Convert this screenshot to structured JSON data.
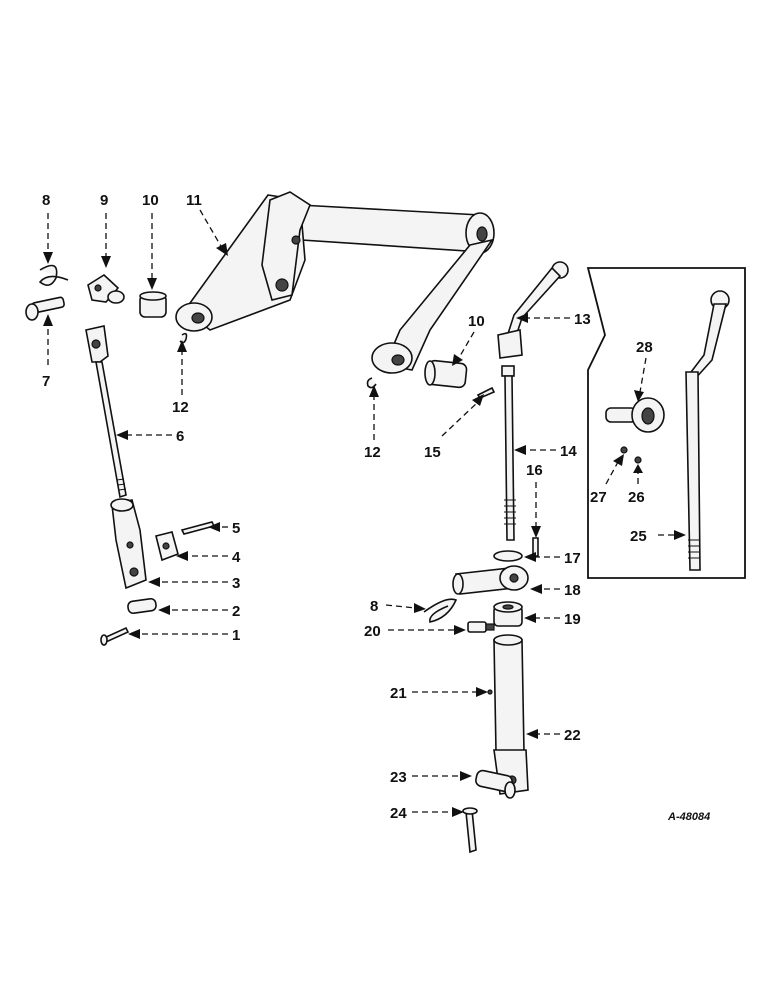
{
  "drawing_ref": "A-48084",
  "callouts": [
    {
      "id": "1",
      "text": "1"
    },
    {
      "id": "2",
      "text": "2"
    },
    {
      "id": "3",
      "text": "3"
    },
    {
      "id": "4",
      "text": "4"
    },
    {
      "id": "5",
      "text": "5"
    },
    {
      "id": "6",
      "text": "6"
    },
    {
      "id": "7",
      "text": "7"
    },
    {
      "id": "8a",
      "text": "8"
    },
    {
      "id": "8b",
      "text": "8"
    },
    {
      "id": "9",
      "text": "9"
    },
    {
      "id": "10a",
      "text": "10"
    },
    {
      "id": "10b",
      "text": "10"
    },
    {
      "id": "11",
      "text": "11"
    },
    {
      "id": "12a",
      "text": "12"
    },
    {
      "id": "12b",
      "text": "12"
    },
    {
      "id": "13",
      "text": "13"
    },
    {
      "id": "14",
      "text": "14"
    },
    {
      "id": "15",
      "text": "15"
    },
    {
      "id": "16",
      "text": "16"
    },
    {
      "id": "17",
      "text": "17"
    },
    {
      "id": "18",
      "text": "18"
    },
    {
      "id": "19",
      "text": "19"
    },
    {
      "id": "20",
      "text": "20"
    },
    {
      "id": "21",
      "text": "21"
    },
    {
      "id": "22",
      "text": "22"
    },
    {
      "id": "23",
      "text": "23"
    },
    {
      "id": "24",
      "text": "24"
    },
    {
      "id": "25",
      "text": "25"
    },
    {
      "id": "26",
      "text": "26"
    },
    {
      "id": "27",
      "text": "27"
    },
    {
      "id": "28",
      "text": "28"
    }
  ]
}
